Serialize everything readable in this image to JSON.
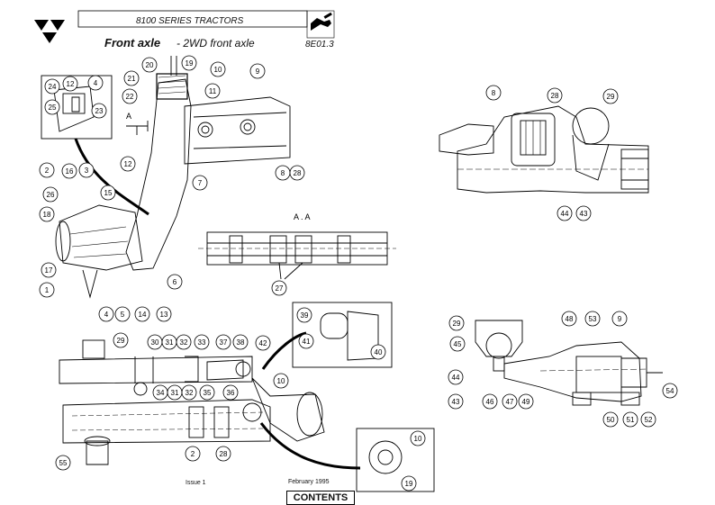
{
  "header": {
    "series": "8100 SERIES TRACTORS",
    "title_main": "Front axle",
    "title_sub": "- 2WD front axle",
    "page_code": "8E01.3"
  },
  "icons": {
    "brand": "triangles-logo-icon",
    "manual": "hand-wrench-icon"
  },
  "footer": {
    "issue": "Issue 1",
    "date": "February 1995",
    "contents": "CONTENTS"
  },
  "section_label": "A . A",
  "section_arrow": "A",
  "callouts": {
    "upper_left": [
      "20",
      "19",
      "10",
      "9",
      "21",
      "22",
      "11",
      "24",
      "12",
      "4",
      "25",
      "23",
      "12",
      "7",
      "8",
      "28",
      "2",
      "16",
      "3",
      "26",
      "15",
      "18",
      "17",
      "1",
      "4",
      "5",
      "14",
      "13",
      "6"
    ],
    "section_aa": [
      "27"
    ],
    "upper_right": [
      "8",
      "28",
      "29",
      "44",
      "43"
    ],
    "lower_left": [
      "29",
      "30",
      "31",
      "32",
      "33",
      "37",
      "38",
      "42",
      "34",
      "31",
      "32",
      "35",
      "36",
      "10",
      "2",
      "28",
      "55",
      "39",
      "41",
      "40",
      "10",
      "19"
    ],
    "lower_right": [
      "29",
      "48",
      "53",
      "9",
      "45",
      "44",
      "43",
      "46",
      "47",
      "49",
      "54",
      "50",
      "51",
      "52"
    ]
  }
}
